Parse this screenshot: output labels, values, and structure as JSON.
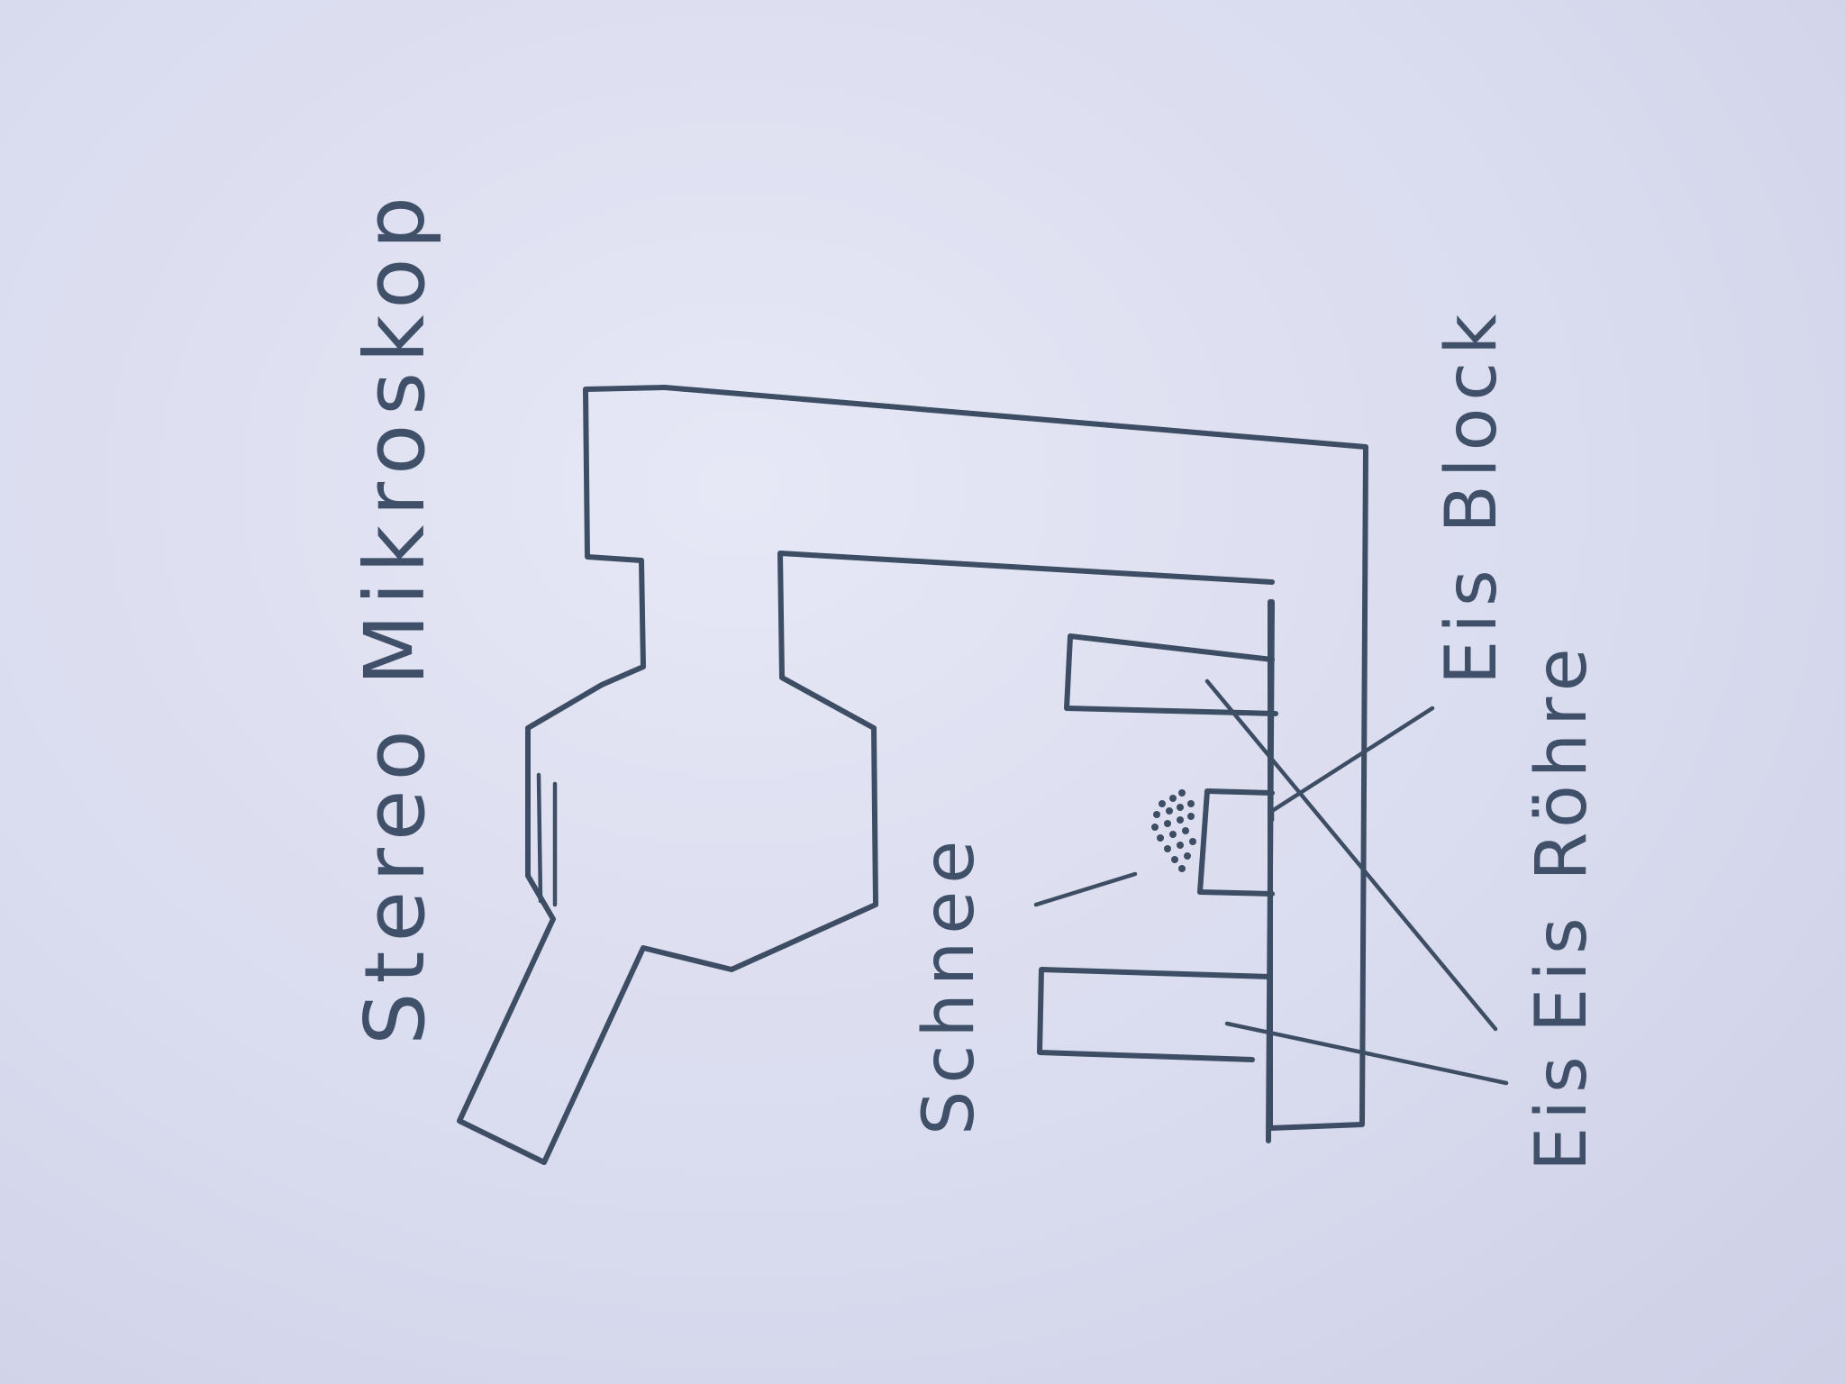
{
  "diagram": {
    "title": "Stereo Mikroskop",
    "labels": {
      "snow": "Schnee",
      "ice_block": "Eis Block",
      "ice_tube_top": "Eis Röhre",
      "ice_tube_bottom": "Eis"
    },
    "ink_color": "#3d4d63",
    "paper_color": "#d9dbef"
  }
}
